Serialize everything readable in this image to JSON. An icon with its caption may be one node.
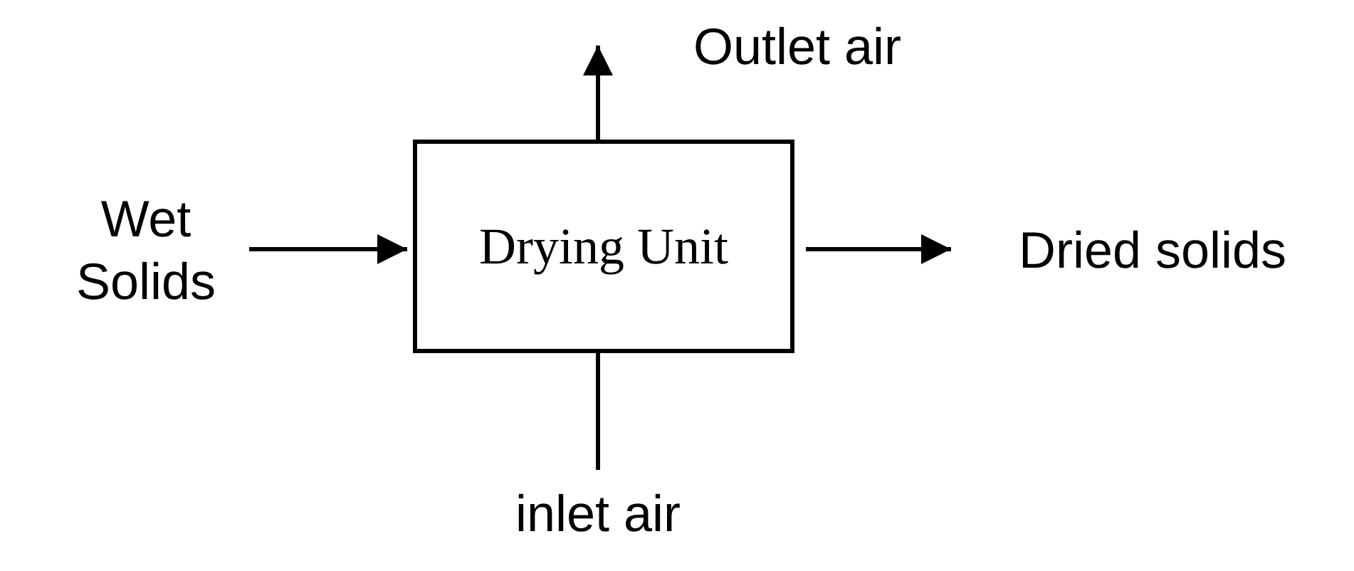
{
  "diagram": {
    "nodes": [
      {
        "text": [
          "Drying Unit"
        ]
      },
      {
        "text": [
          "Wet Solids"
        ]
      },
      {
        "text": [
          "Outlet air"
        ]
      },
      {
        "text": [
          "Dried solids"
        ]
      },
      {
        "text": [
          "inlet air"
        ]
      }
    ],
    "edges": [
      {
        "from": 1,
        "to": 0,
        "arrow": "to"
      },
      {
        "from": 0,
        "to": 2,
        "arrow": "to"
      },
      {
        "from": 0,
        "to": 3,
        "arrow": "to"
      },
      {
        "from": 4,
        "to": 0,
        "arrow": "to"
      }
    ]
  }
}
